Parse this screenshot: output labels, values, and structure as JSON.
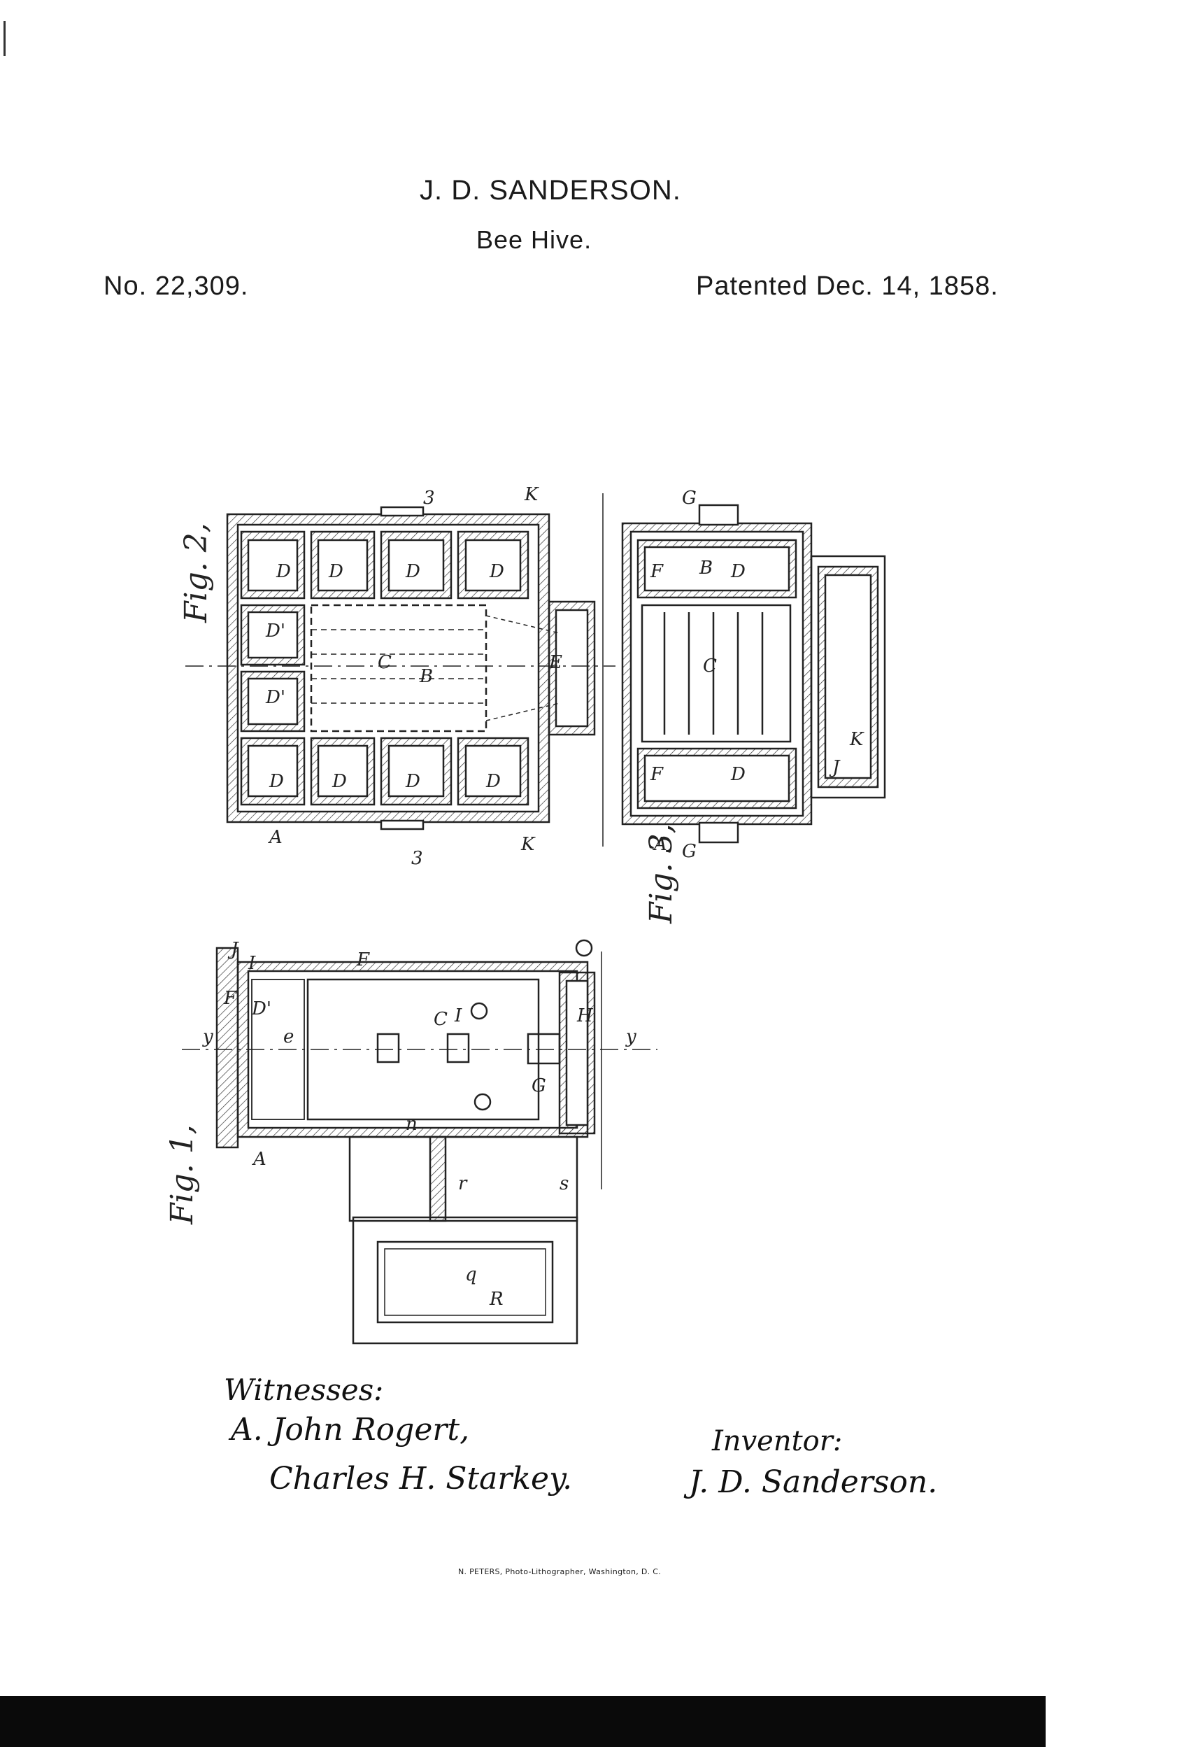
{
  "header": {
    "inventor_name": "J. D. SANDERSON.",
    "title": "Bee Hive.",
    "patent_number": "No. 22,309.",
    "patent_date": "Patented Dec. 14, 1858."
  },
  "figures": {
    "fig1_label": "Fig. 1,",
    "fig2_label": "Fig. 2,",
    "fig3_label": "Fig. 3,"
  },
  "signatures": {
    "witnesses_label": "Witnesses:",
    "witness_1": "A. John Rogert,",
    "witness_2": "Charles H. Starkey.",
    "inventor_label": "Inventor:",
    "inventor_signature": "J. D. Sanderson."
  },
  "footer": {
    "lithographer": "N. PETERS, Photo-Lithographer, Washington, D. C."
  }
}
